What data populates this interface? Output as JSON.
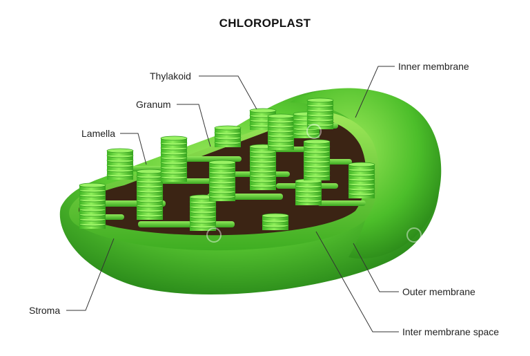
{
  "title": "CHLOROPLAST",
  "labels": {
    "thylakoid": "Thylakoid",
    "granum": "Granum",
    "lamella": "Lamella",
    "stroma": "Stroma",
    "inner_membrane": "Inner membrane",
    "outer_membrane": "Outer membrane",
    "inter_membrane_space": "Inter membrane space"
  },
  "colors": {
    "membrane_light": "#8fe24a",
    "membrane_mid": "#4cbc2c",
    "membrane_dark": "#1f7a16",
    "stroma_interior": "#3b2414",
    "thylakoid": "#5fd23a",
    "leader_line": "#333333"
  }
}
